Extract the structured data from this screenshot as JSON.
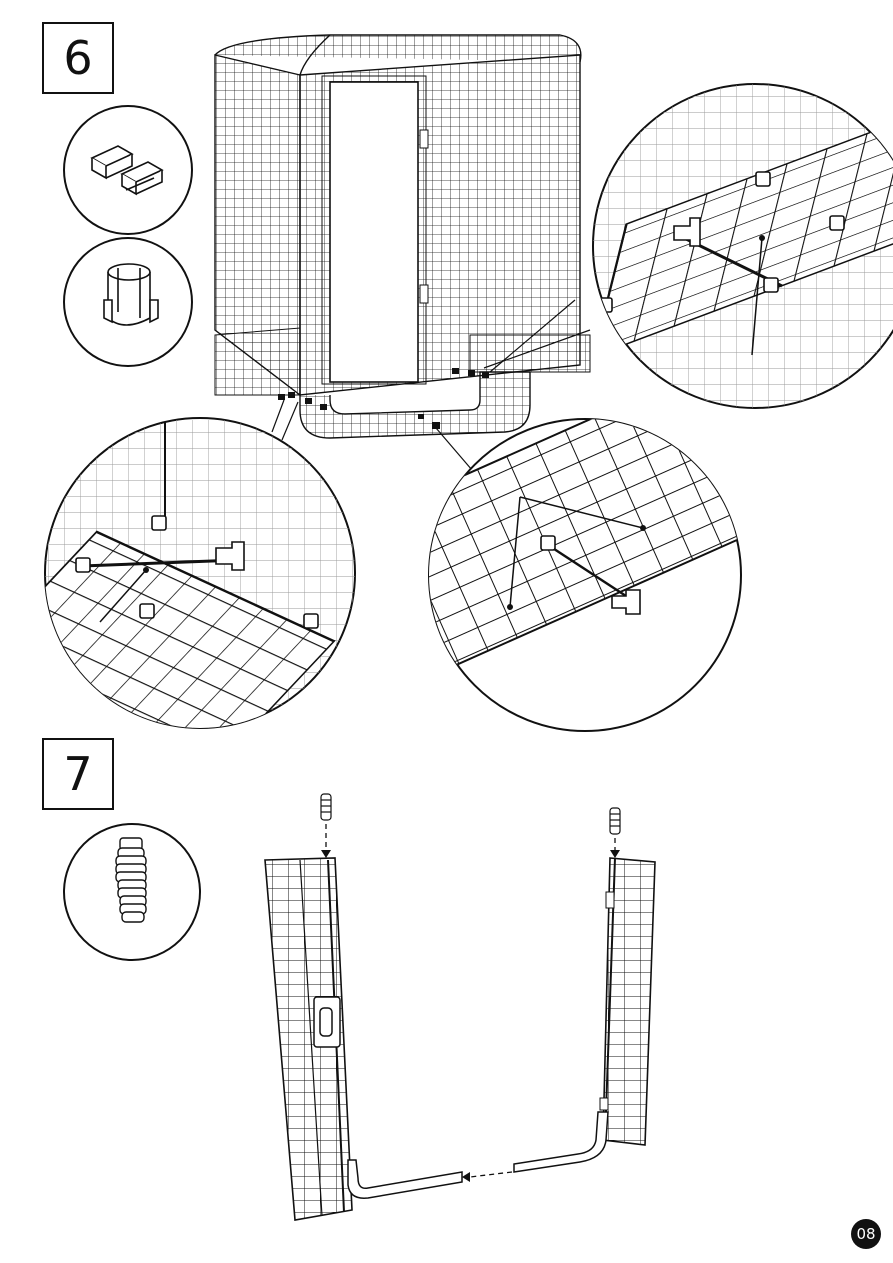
{
  "steps": [
    {
      "number": "6"
    },
    {
      "number": "7"
    }
  ],
  "page": {
    "number": "08"
  },
  "icons": {
    "step6_parts": [
      "double-clip-icon",
      "tube-clamp-icon"
    ],
    "step7_parts": [
      "screw-connector-icon"
    ]
  },
  "colors": {
    "line": "#111111",
    "background": "#ffffff",
    "gray": "#cccccc"
  }
}
